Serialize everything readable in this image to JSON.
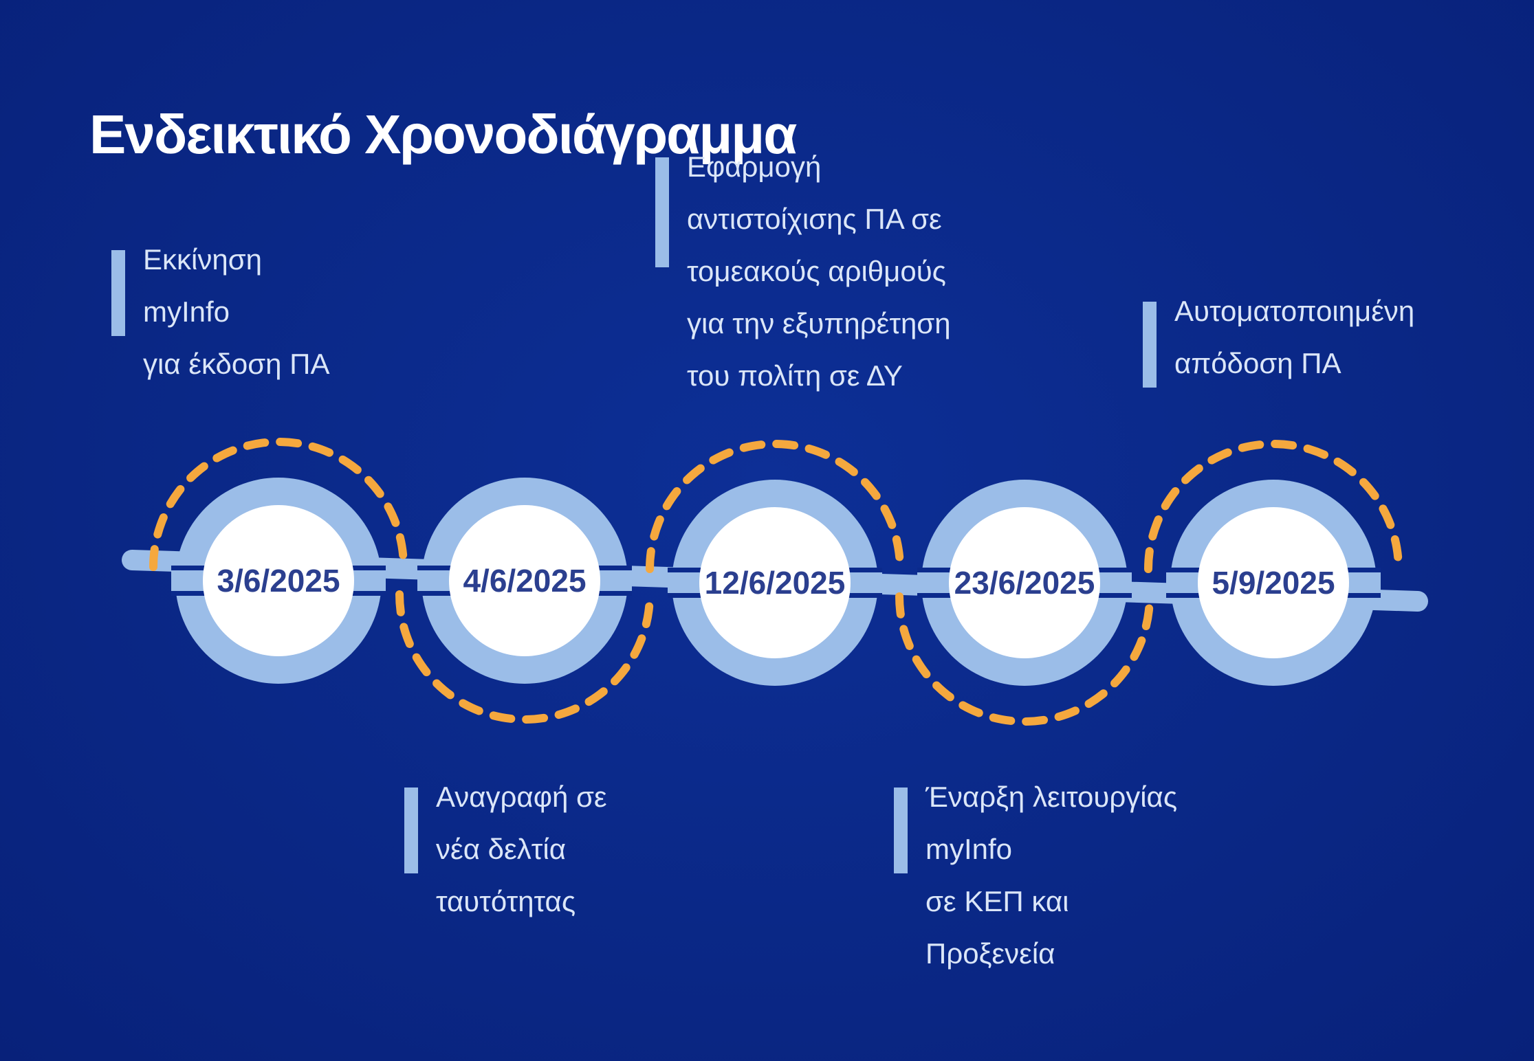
{
  "title": "Ενδεικτικό Χρονοδιάγραμμα",
  "colors": {
    "background": "#0b2a8c",
    "ring": "#9bbde8",
    "inner_circle": "#ffffff",
    "dash_ring": "#f5a83e",
    "date_text": "#2b3f8f",
    "note_bar": "#9bbde8",
    "note_text": "#dbe6f8"
  },
  "milestones": [
    {
      "date": "3/6/2025",
      "position": "top",
      "lines": [
        "Εκκίνηση",
        "myInfo",
        "για έκδοση ΠΑ"
      ]
    },
    {
      "date": "4/6/2025",
      "position": "bottom",
      "lines": [
        "Αναγραφή σε",
        "νέα δελτία",
        "ταυτότητας"
      ]
    },
    {
      "date": "12/6/2025",
      "position": "top",
      "lines": [
        "Εφαρμογή",
        "αντιστοίχισης ΠΑ σε",
        "τομεακούς αριθμούς",
        "για την εξυπηρέτηση",
        "του πολίτη σε ΔΥ"
      ]
    },
    {
      "date": "23/6/2025",
      "position": "bottom",
      "lines": [
        "Έναρξη λειτουργίας",
        "myInfo",
        "σε ΚΕΠ και",
        "Προξενεία"
      ]
    },
    {
      "date": "5/9/2025",
      "position": "top",
      "lines": [
        "Αυτοματοποιημένη",
        "απόδοση ΠΑ"
      ]
    }
  ]
}
